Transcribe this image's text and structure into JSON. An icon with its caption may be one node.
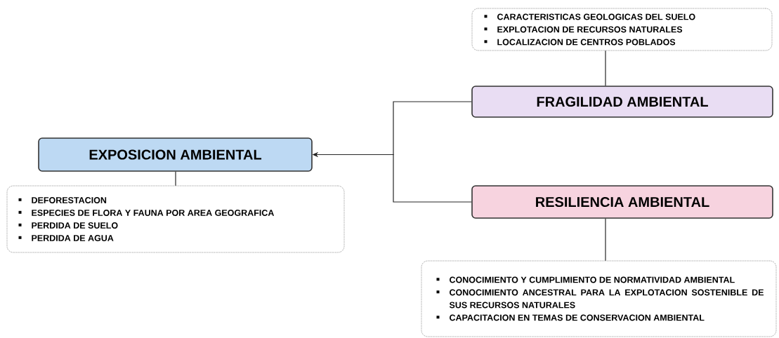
{
  "diagram": {
    "nodes": [
      {
        "text": [
          "CARACTERISTICAS GEOLOGICAS DEL SUELO",
          "EXPLOTACION DE RECURSOS NATURALES",
          "LOCALIZACION DE CENTROS POBLADOS"
        ]
      },
      {
        "text": [
          "FRAGILIDAD AMBIENTAL"
        ]
      },
      {
        "text": [
          "EXPOSICION AMBIENTAL"
        ]
      },
      {
        "text": [
          "DEFORESTACION",
          "ESPECIES DE FLORA Y FAUNA POR AREA GEOGRAFICA",
          "PERDIDA DE SUELO",
          "PERDIDA DE AGUA"
        ]
      },
      {
        "text": [
          "RESILIENCIA AMBIENTAL"
        ]
      },
      {
        "text": [
          "CONOCIMIENTO Y CUMPLIMIENTO DE NORMATIVIDAD AMBIENTAL",
          "CONOCIMIENTO ANCESTRAL PARA LA EXPLOTACION SOSTENIBLE DE SUS RECURSOS NATURALES",
          "CAPACITACION EN TEMAS DE CONSERVACION AMBIENTAL"
        ]
      }
    ],
    "edges": [
      {
        "from": 0,
        "to": 1,
        "arrow": "none"
      },
      {
        "from": 1,
        "to": 2,
        "arrow": "to"
      },
      {
        "from": 4,
        "to": 2,
        "arrow": "to"
      },
      {
        "from": 2,
        "to": 3,
        "arrow": "none"
      },
      {
        "from": 4,
        "to": 5,
        "arrow": "none"
      }
    ]
  }
}
